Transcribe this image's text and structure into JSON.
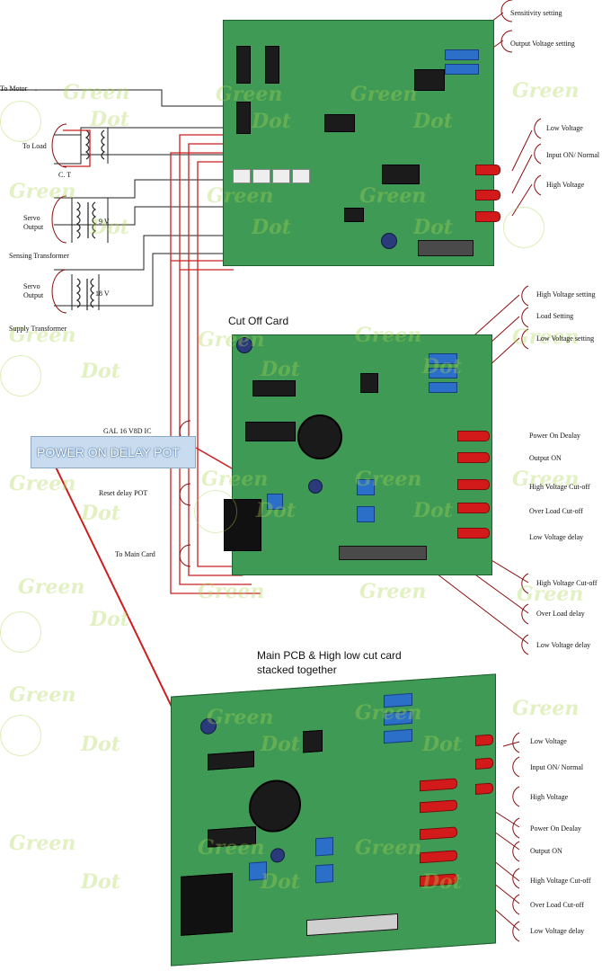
{
  "labels": {
    "sensitivity_setting": "Sensitivity setting",
    "output_voltage_setting": "Output Voltage setting",
    "to_motor": "To Motor",
    "to_load": "To Load",
    "ct": "C. T",
    "servo_output_1": "Servo\nOutput",
    "v9": "9 V",
    "sensing_transformer": "Sensing Transformer",
    "servo_output_2": "Servo\nOutput",
    "v18": "18 V",
    "supply_transformer": "Supply Transformer",
    "top_low_voltage": "Low Voltage",
    "top_input_on_normal": "Input ON/ Normal",
    "top_high_voltage": "High Voltage",
    "cut_off_card": "Cut Off Card",
    "high_voltage_setting": "High Voltage setting",
    "load_setting": "Load  Setting",
    "low_voltage_setting": "Low  Voltage setting",
    "gal_ic": "GAL 16 V8D IC",
    "power_on_delay_pot": "POWER ON DELAY POT",
    "reset_delay_pot": "Reset delay POT",
    "to_main_card": "To Main Card",
    "mid_power_on_dealay": "Power On Dealay",
    "mid_output_on": "Output ON",
    "mid_high_voltage_cutoff": "High Voltage Cut-off",
    "mid_over_load_cutoff": "Over Load  Cut-off",
    "mid_low_voltage_delay": "Low Voltage delay",
    "right_high_voltage_cutoff": "High Voltage Cut-off",
    "right_over_load_delay": "Over Load  delay",
    "right_low_voltage_delay": "Low Voltage delay",
    "stacked_caption_1": "Main PCB & High low cut card",
    "stacked_caption_2": "stacked together",
    "bot_low_voltage": "Low Voltage",
    "bot_input_on_normal": "Input ON/ Normal",
    "bot_high_voltage": "High Voltage",
    "bot_power_on_dealay": "Power On Dealay",
    "bot_output_on": "Output ON",
    "bot_high_voltage_cutoff": "High Voltage Cut-off",
    "bot_over_load_cutoff": "Over Load  Cut-off",
    "bot_low_voltage_delay": "Low Voltage delay"
  },
  "watermark": {
    "line1": "Green",
    "line2": "Dot"
  },
  "colors": {
    "pcb": "#3f9a55",
    "wire": "#cc1e1e",
    "leader": "#8a1010",
    "watermark": "#aad750"
  }
}
